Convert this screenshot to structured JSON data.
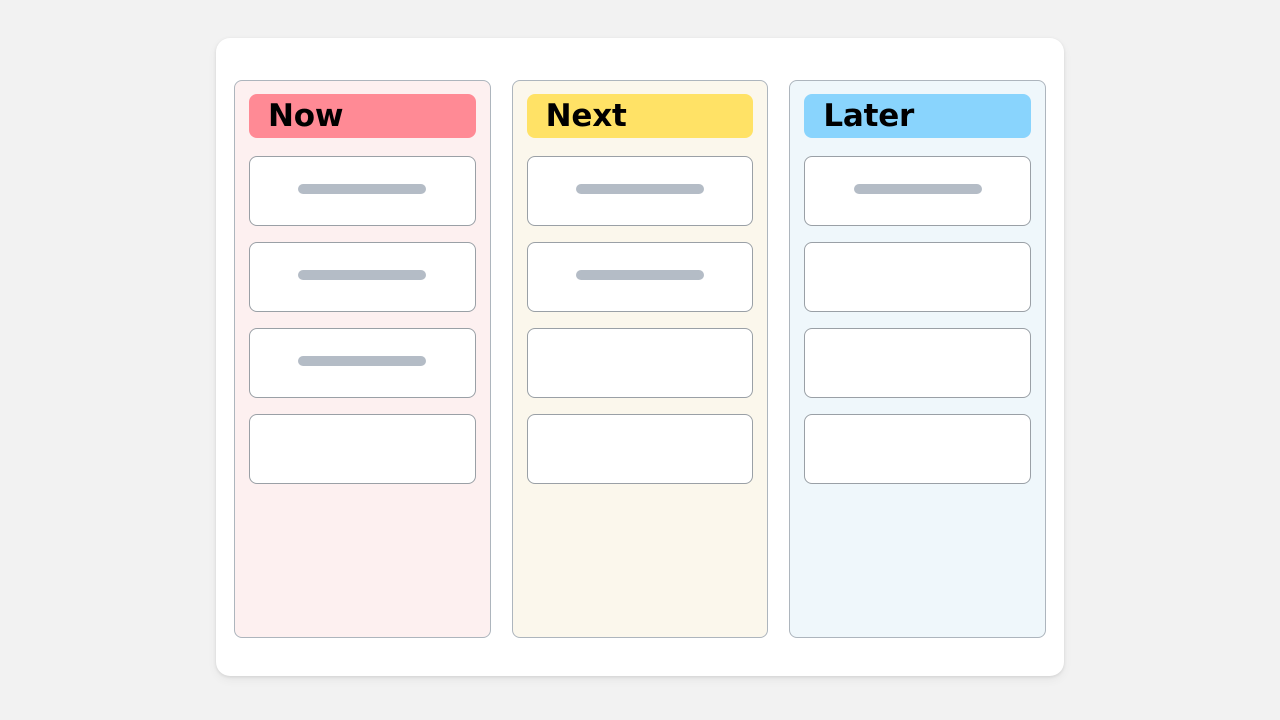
{
  "page": {
    "background_color": "#f2f2f2",
    "container_background": "#ffffff"
  },
  "board": {
    "name": "now-next-later-board",
    "columns": [
      {
        "id": "now",
        "title": "Now",
        "header_color": "#ff8a95",
        "body_color": "#fdf0f0",
        "cards": [
          {
            "has_placeholder": true,
            "placeholder_color": "#b4bcc6"
          },
          {
            "has_placeholder": true,
            "placeholder_color": "#b4bcc6"
          },
          {
            "has_placeholder": true,
            "placeholder_color": "#b4bcc6"
          },
          {
            "has_placeholder": false,
            "placeholder_color": "#b4bcc6"
          }
        ]
      },
      {
        "id": "next",
        "title": "Next",
        "header_color": "#ffe266",
        "body_color": "#fbf7ec",
        "cards": [
          {
            "has_placeholder": true,
            "placeholder_color": "#b4bcc6"
          },
          {
            "has_placeholder": true,
            "placeholder_color": "#b4bcc6"
          },
          {
            "has_placeholder": false,
            "placeholder_color": "#b4bcc6"
          },
          {
            "has_placeholder": false,
            "placeholder_color": "#b4bcc6"
          }
        ]
      },
      {
        "id": "later",
        "title": "Later",
        "header_color": "#89d4fd",
        "body_color": "#eff7fb",
        "cards": [
          {
            "has_placeholder": true,
            "placeholder_color": "#b4bcc6"
          },
          {
            "has_placeholder": false,
            "placeholder_color": "#b4bcc6"
          },
          {
            "has_placeholder": false,
            "placeholder_color": "#b4bcc6"
          },
          {
            "has_placeholder": false,
            "placeholder_color": "#b4bcc6"
          }
        ]
      }
    ]
  }
}
